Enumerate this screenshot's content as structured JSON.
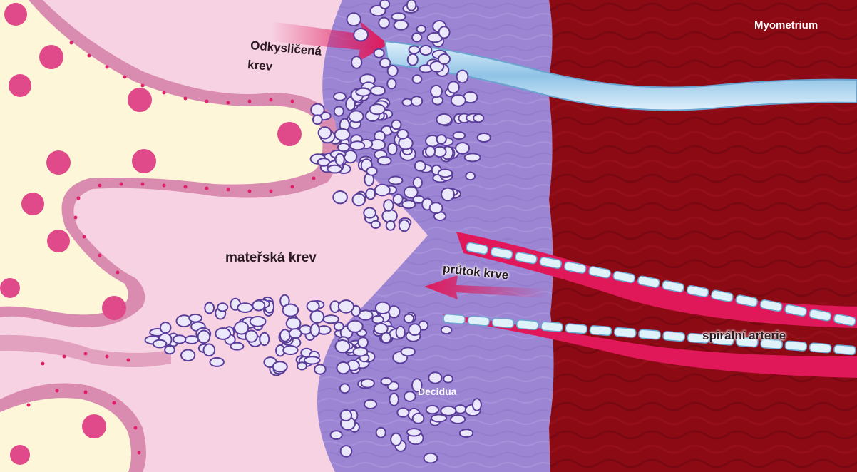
{
  "labels": {
    "myometrium": "Myometrium",
    "oxygenated_blood_line1": "Odkysličená",
    "oxygenated_blood_line2": "krev",
    "maternal_blood": "mateřská krev",
    "blood_flow": "průtok krve",
    "spiral_artery": "spirální arterie",
    "decidua": "Decidua"
  },
  "colors": {
    "myometrium": "#8b0a14",
    "decidua": "#9c86d4",
    "maternal_blood_space": "#f7d2e2",
    "villus_core": "#fdf6d8",
    "trophoblast_layer": "#d98cb0",
    "nucleus_dot": "#e0206a",
    "fetal_cell": "#e14a8a",
    "trophoblast_cell": "#ece8fb",
    "cell_outline": "#5a3d9a",
    "artery_wall": "#e0185a",
    "endothelium": "#dff2fa",
    "vein": "#a8d4ee",
    "arrow": "#e0185a"
  }
}
